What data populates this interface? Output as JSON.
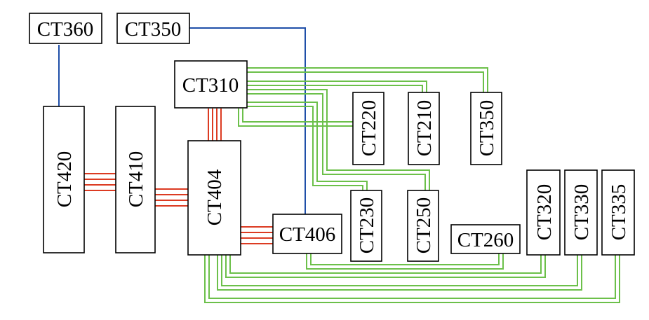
{
  "nodes": {
    "ct360": "CT360",
    "ct350_top": "CT350",
    "ct310": "CT310",
    "ct420": "CT420",
    "ct410": "CT410",
    "ct404": "CT404",
    "ct406": "CT406",
    "ct220": "CT220",
    "ct210": "CT210",
    "ct350_right": "CT350",
    "ct230": "CT230",
    "ct250": "CT250",
    "ct260": "CT260",
    "ct320": "CT320",
    "ct330": "CT330",
    "ct335": "CT335"
  },
  "colors": {
    "blue_link": "#1f4fa8",
    "green_link": "#6cc04a",
    "red_link": "#dc3b22"
  }
}
